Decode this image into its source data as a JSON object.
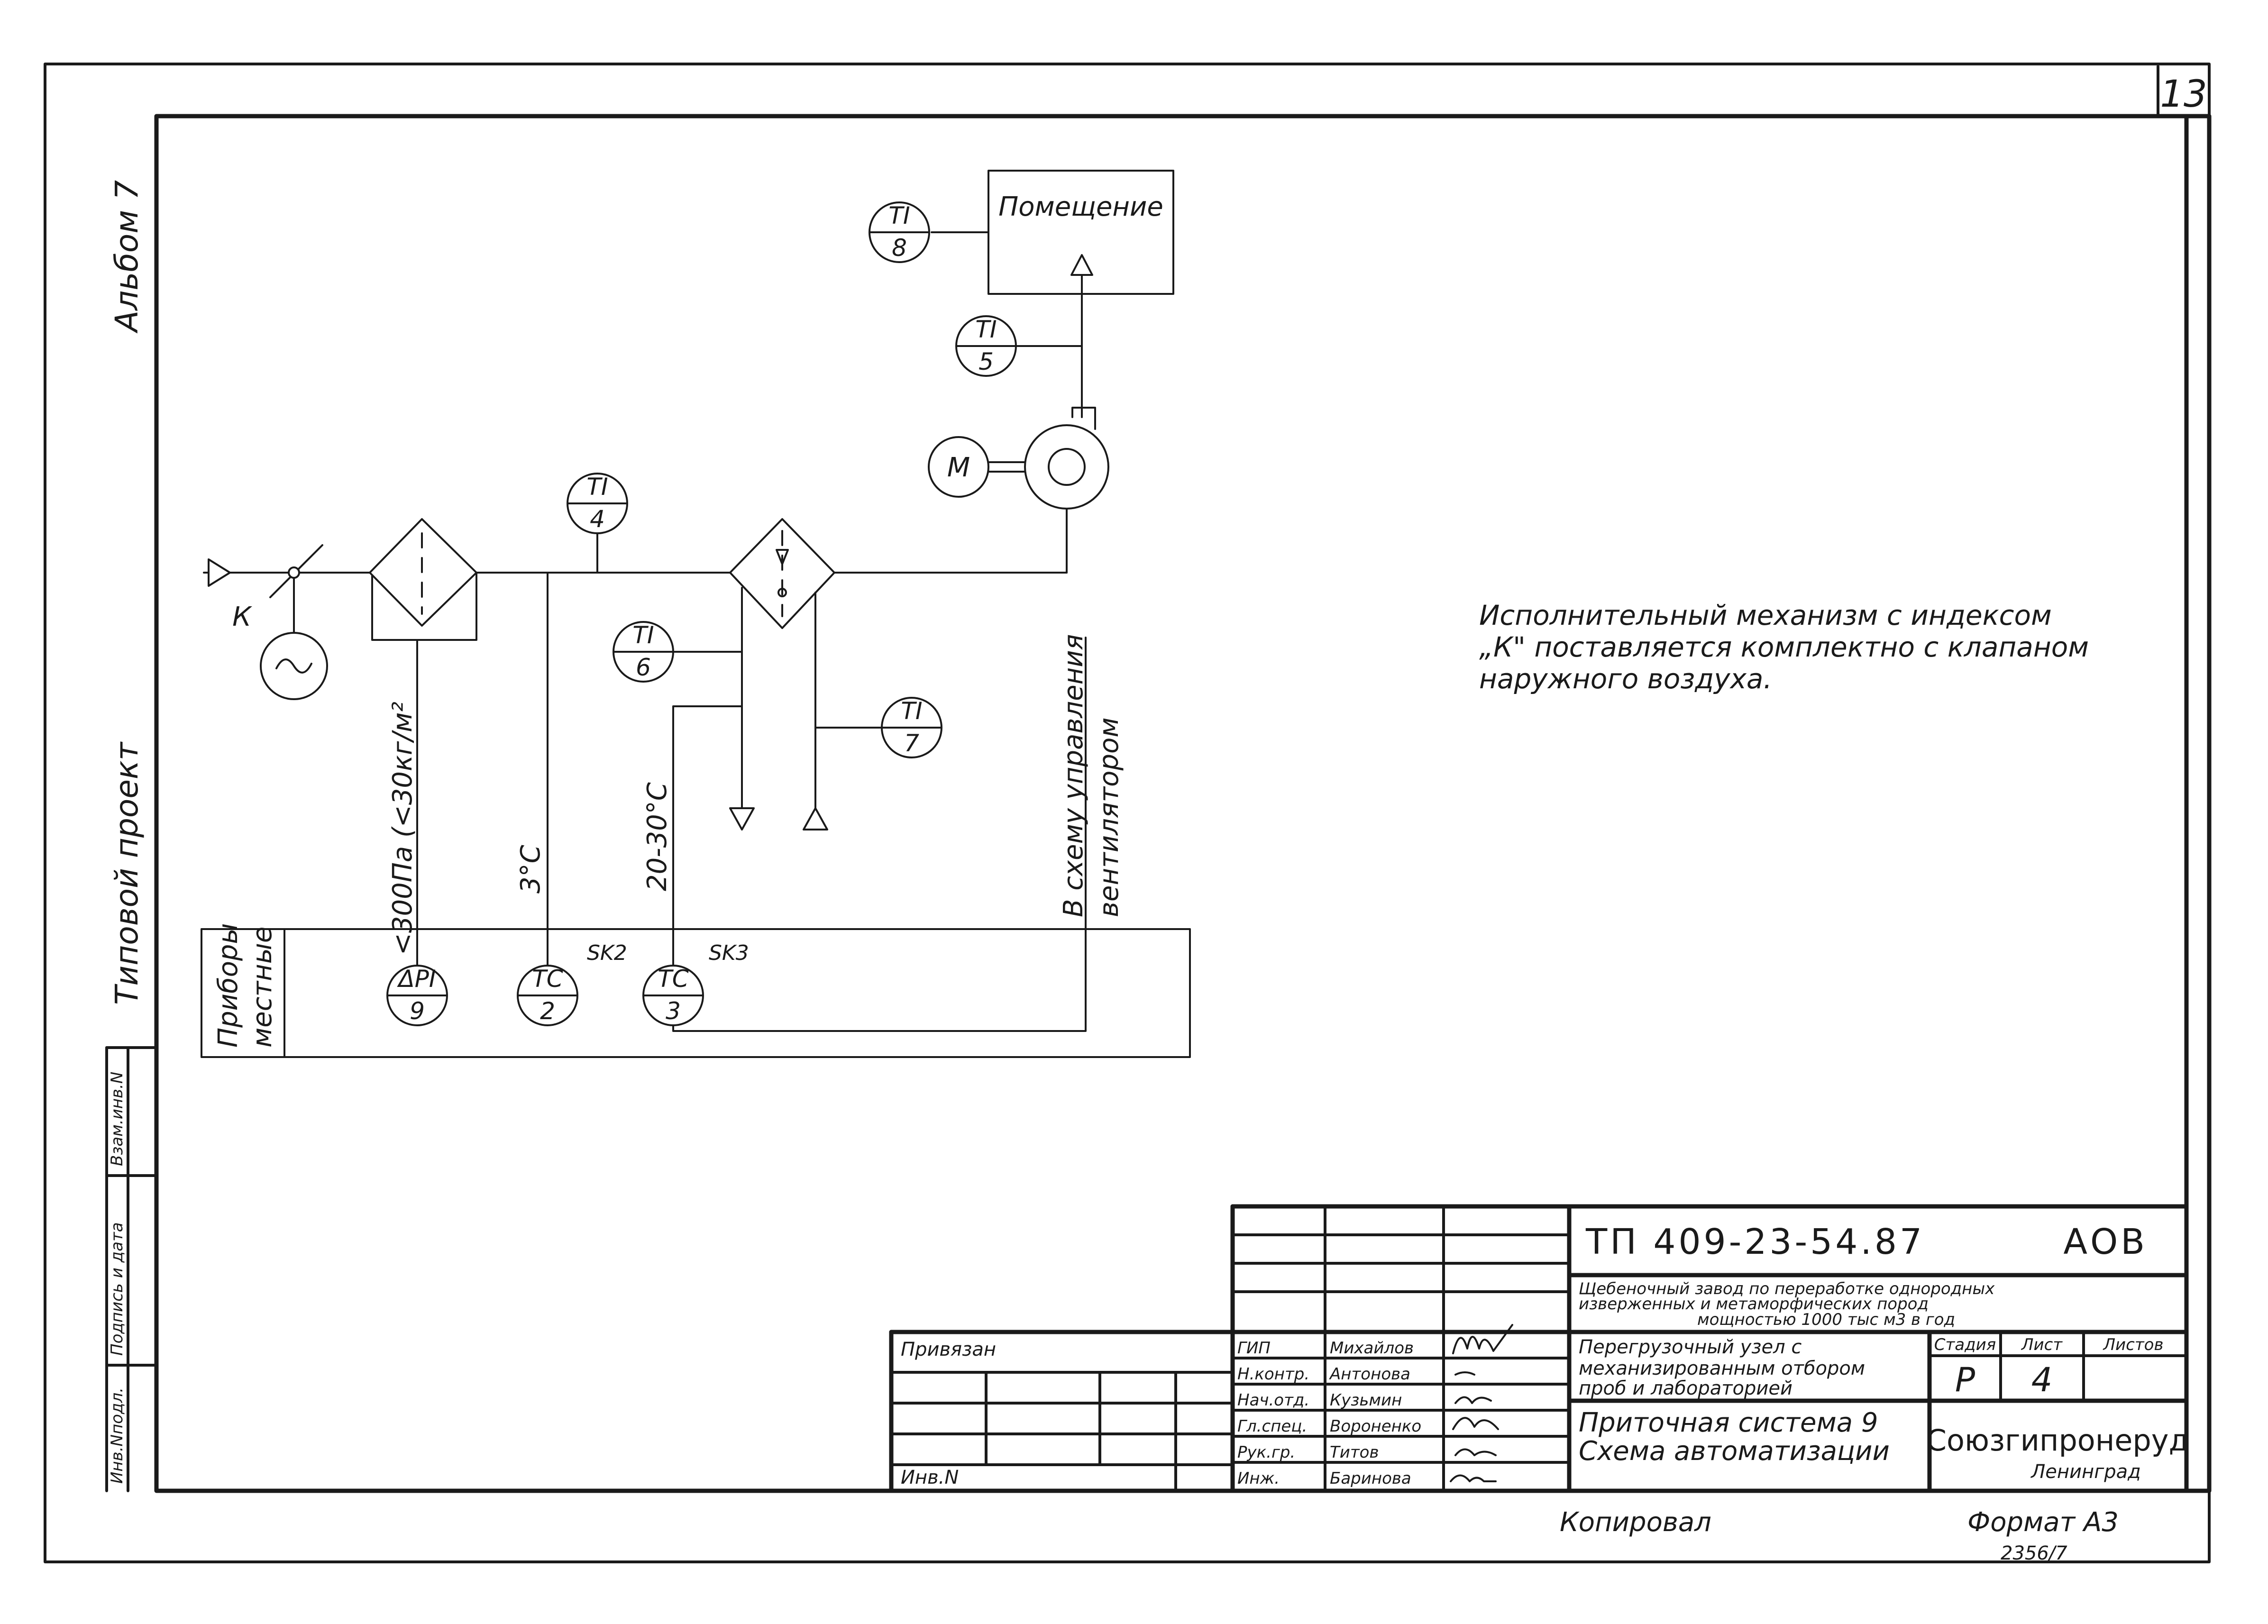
{
  "sheet": {
    "sheet_number": "13"
  },
  "side": {
    "album": "Альбом 7",
    "project_type": "Типовой проект",
    "stamp_columns": [
      "Инв.Nподл.",
      "Подпись и дата",
      "Взам.инв.N"
    ]
  },
  "diagram": {
    "room_label": "Помещение",
    "damper_label": "К",
    "motor_label": "М",
    "instruments": [
      {
        "id": "ti8",
        "func": "TI",
        "num": "8"
      },
      {
        "id": "ti5",
        "func": "TI",
        "num": "5"
      },
      {
        "id": "ti4",
        "func": "TI",
        "num": "4"
      },
      {
        "id": "ti6",
        "func": "TI",
        "num": "6"
      },
      {
        "id": "ti7",
        "func": "TI",
        "num": "7"
      },
      {
        "id": "dpi9",
        "func": "ΔPI",
        "num": "9"
      },
      {
        "id": "tc2",
        "func": "TC",
        "num": "2"
      },
      {
        "id": "tc3",
        "func": "TC",
        "num": "3"
      }
    ],
    "line_labels": {
      "pressure": "<300Па (<30кг/м²",
      "temp3": "3°С",
      "temp20_30": "20-30°С",
      "fan_ctrl_1": "В схему управления",
      "fan_ctrl_2": "вентилятором"
    },
    "contacts": {
      "sk2": "SK2",
      "sk3": "SK3"
    },
    "local_panel": {
      "line1": "Приборы",
      "line2": "местные"
    },
    "note": {
      "line1": "Исполнительный механизм с индексом",
      "line2": "„К\" поставляется комплектно с клапаном",
      "line3": "наружного воздуха."
    }
  },
  "title_block": {
    "doc_code": "ТП  409-23-54.87",
    "mark": "АОВ",
    "project_title_1": "Щебеночный завод по переработке однородных",
    "project_title_2": "изверженных и метаморфических пород",
    "project_title_3": "мощностью 1000 тыс м3 в год",
    "object_1": "Перегрузочный узел с",
    "object_2": "механизированным отбором",
    "object_3": "проб и лабораторией",
    "sheet_title_1": "Приточная система 9",
    "sheet_title_2": "Схема автоматизации",
    "stage_header": "Стадия",
    "sheet_header": "Лист",
    "sheets_header": "Листов",
    "stage": "Р",
    "sheet": "4",
    "org": "Союзгипронеруд",
    "city": "Ленинград",
    "tied": "Привязан",
    "inv": "Инв.N",
    "roles": [
      {
        "role": "ГИП",
        "name": "Михайлов"
      },
      {
        "role": "Н.контр.",
        "name": "Антонова"
      },
      {
        "role": "Нач.отд.",
        "name": "Кузьмин"
      },
      {
        "role": "Гл.спец.",
        "name": "Вороненко"
      },
      {
        "role": "Рук.гр.",
        "name": "Титов"
      },
      {
        "role": "Инж.",
        "name": "Баринова"
      }
    ]
  },
  "footer": {
    "copied": "Копировал",
    "format": "Формат А3",
    "number": "2356/7"
  }
}
